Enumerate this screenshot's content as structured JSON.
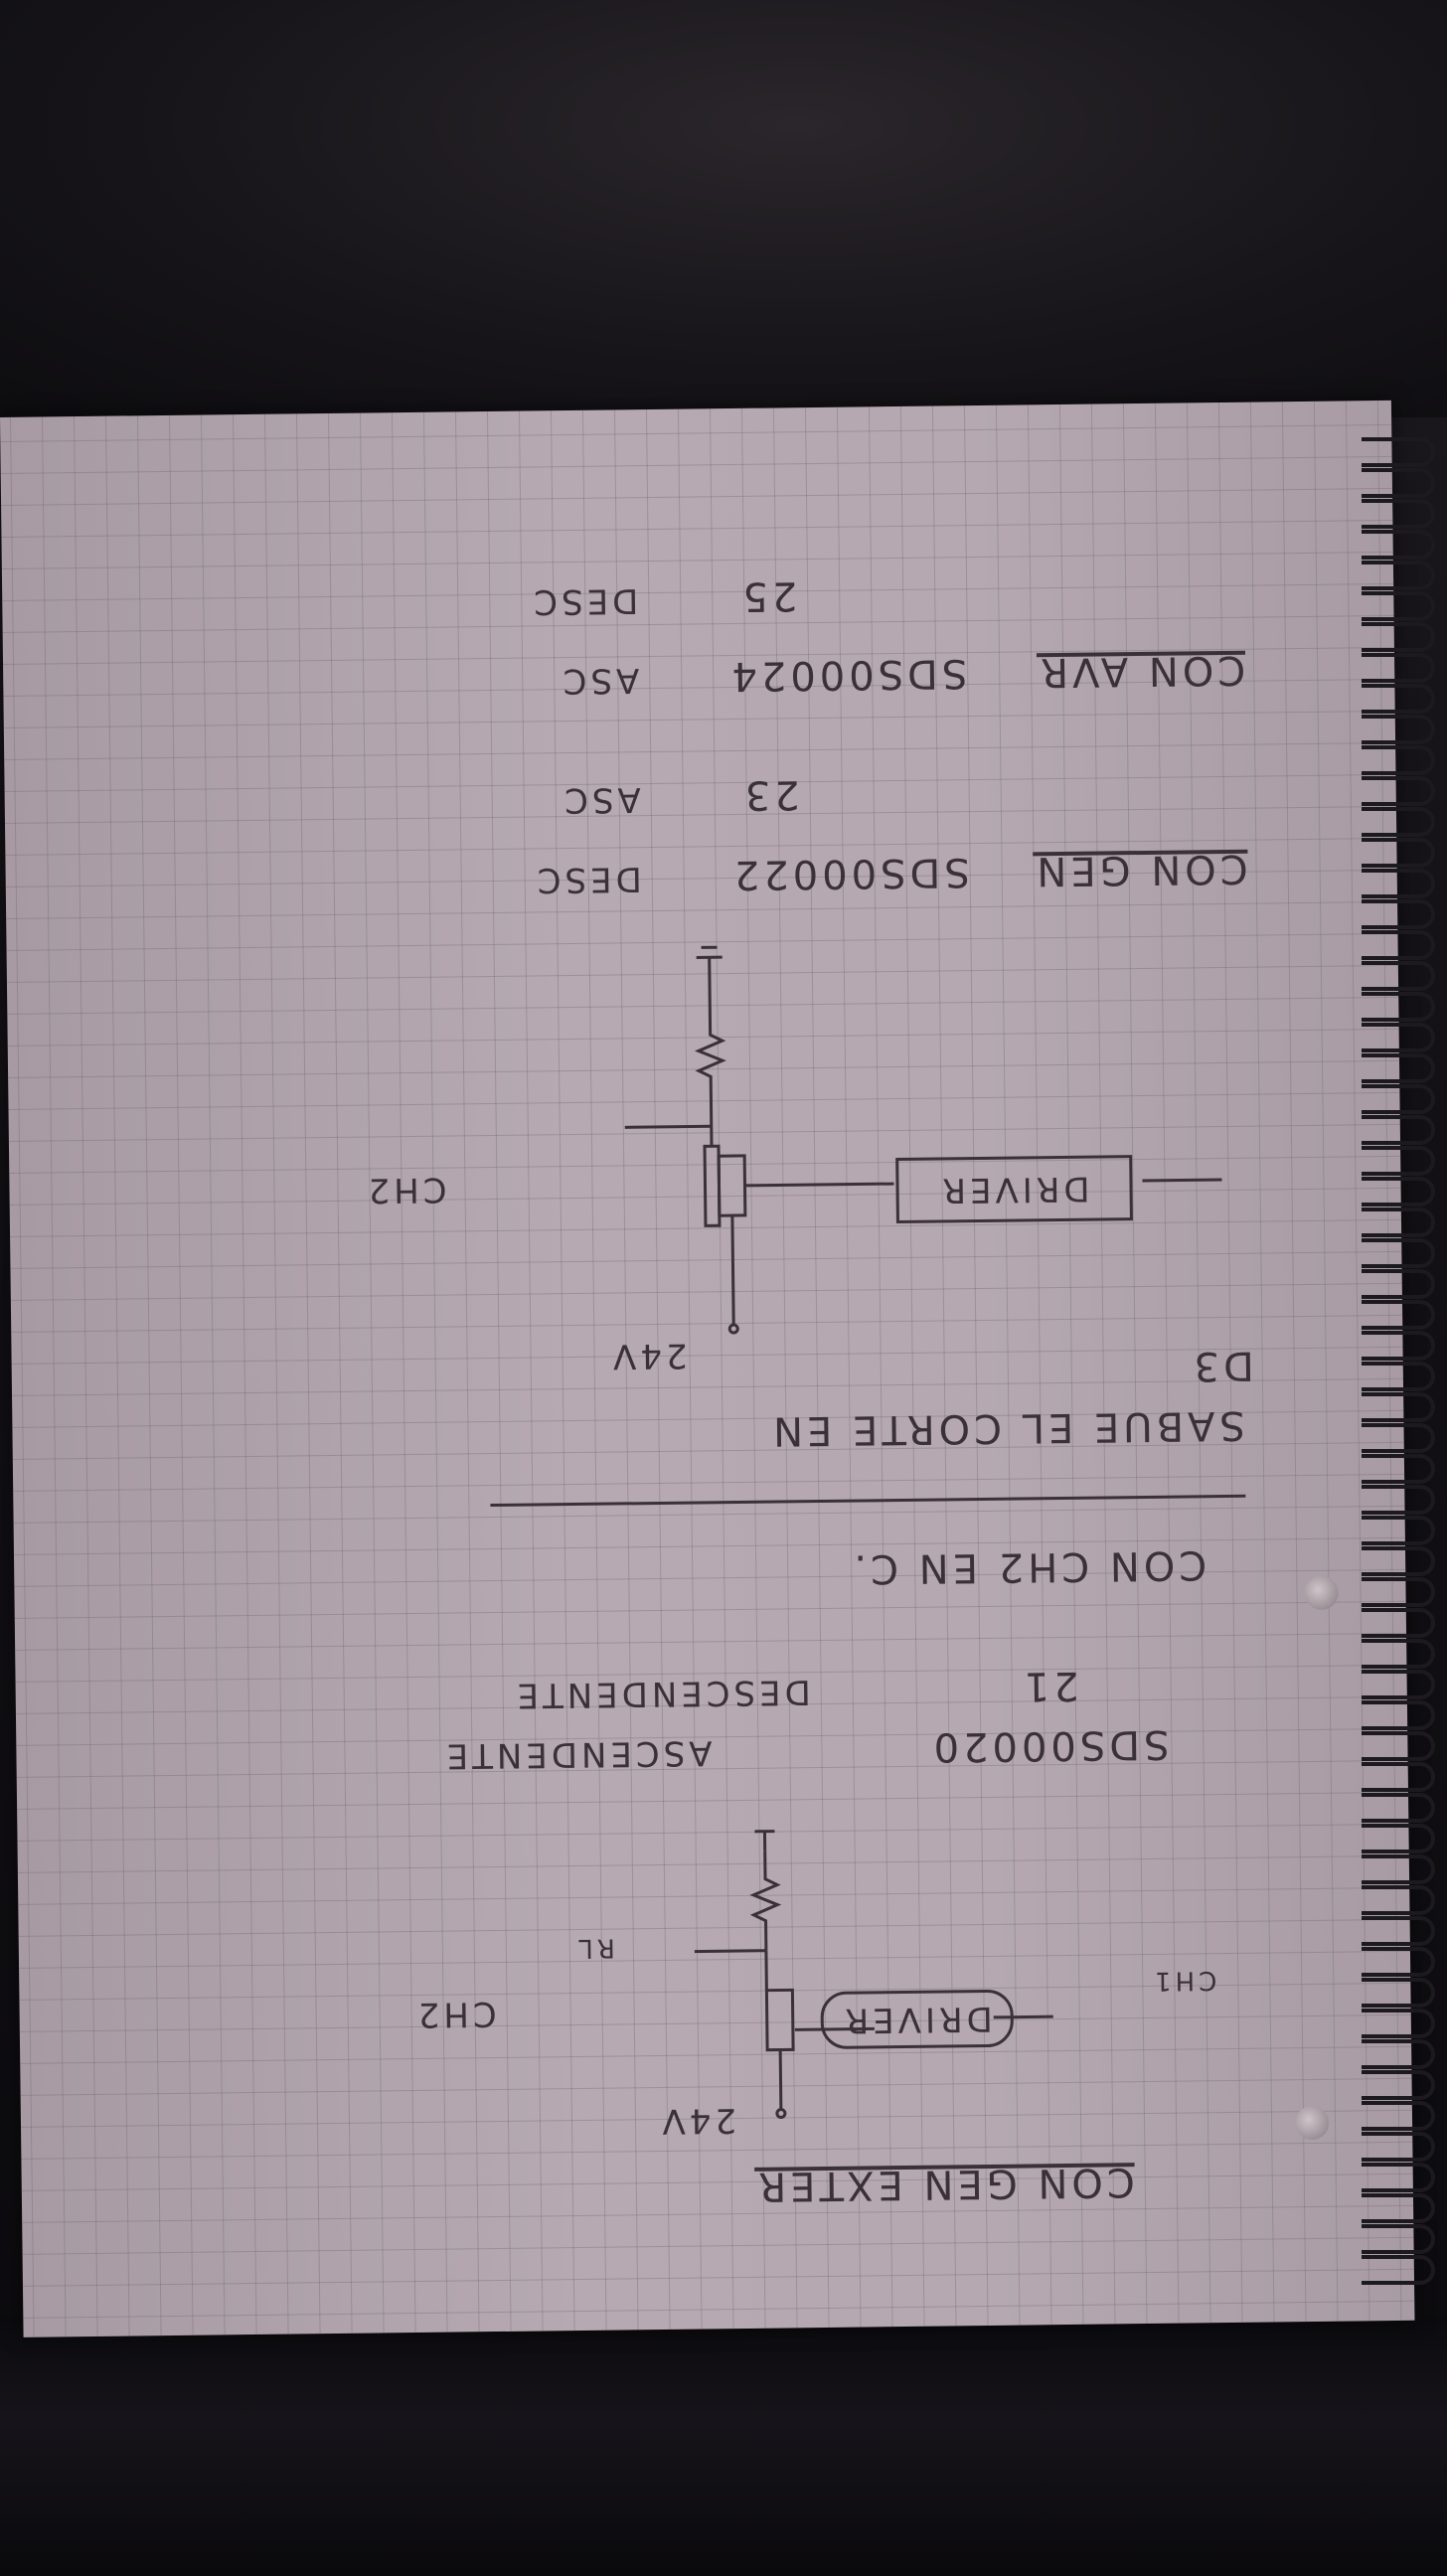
{
  "notes": {
    "section1": {
      "heading": "CON GEN EXTER",
      "ch1_label": "CH1",
      "supply_label": "24V",
      "driver_label": "DRIVER",
      "ch2_label": "CH2",
      "resistor_label": "RL",
      "row1_code": "SDS00020",
      "row1_desc": "ASCENDENTE",
      "row2_code": "21",
      "row2_desc": "DESCENDENTE",
      "note": "CON CH2 EN C."
    },
    "section2": {
      "heading": "SABUE EL CORTE EN",
      "sub": "D3",
      "supply_label": "24V",
      "driver_label": "DRIVER",
      "ch2_label": "CH2"
    },
    "section3": {
      "gen_heading": "CON GEN",
      "gen_code": "SDS00022",
      "gen_desc": "DESC",
      "gen2_code": "23",
      "gen2_desc": "ASC",
      "avr_heading": "CON AVR",
      "avr_code": "SDS00024",
      "avr_desc": "ASC",
      "avr2_code": "25",
      "avr2_desc": "DESC"
    }
  }
}
